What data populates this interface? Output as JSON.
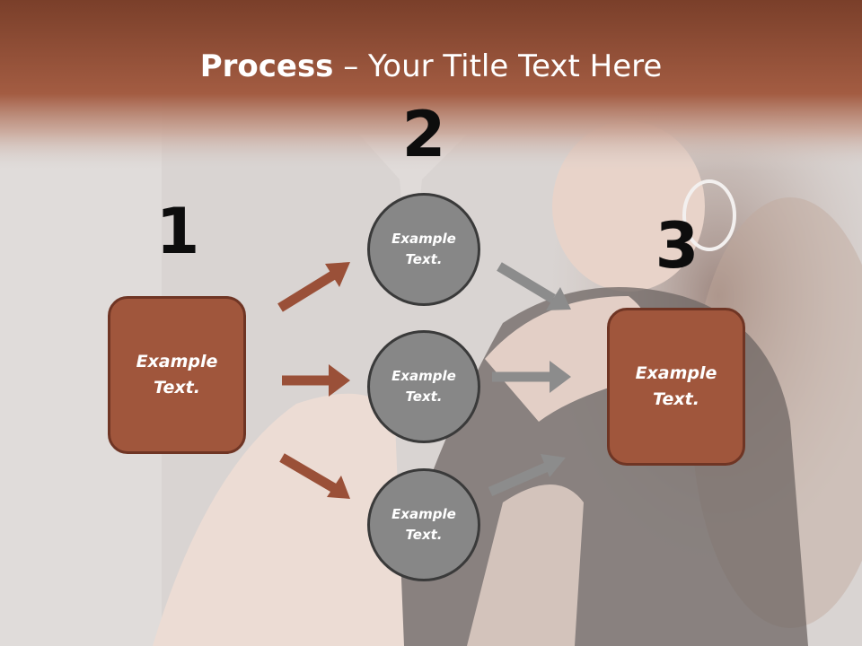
{
  "slide": {
    "title_bold": "Process",
    "title_rest": " – Your Title Text Here",
    "step_numbers": [
      "1",
      "2",
      "3"
    ],
    "left_box": "Example\nText.",
    "right_box": "Example\nText.",
    "circles": [
      "Example\nText.",
      "Example\nText.",
      "Example\nText."
    ]
  },
  "colors": {
    "header_band": "#8f4c34",
    "box_fill": "#a0563c",
    "box_border": "#6f3524",
    "circle_fill": "#878787",
    "circle_border": "#3a3a3a",
    "arrow_brown": "#9a5038",
    "arrow_gray": "#8c8c8c"
  }
}
